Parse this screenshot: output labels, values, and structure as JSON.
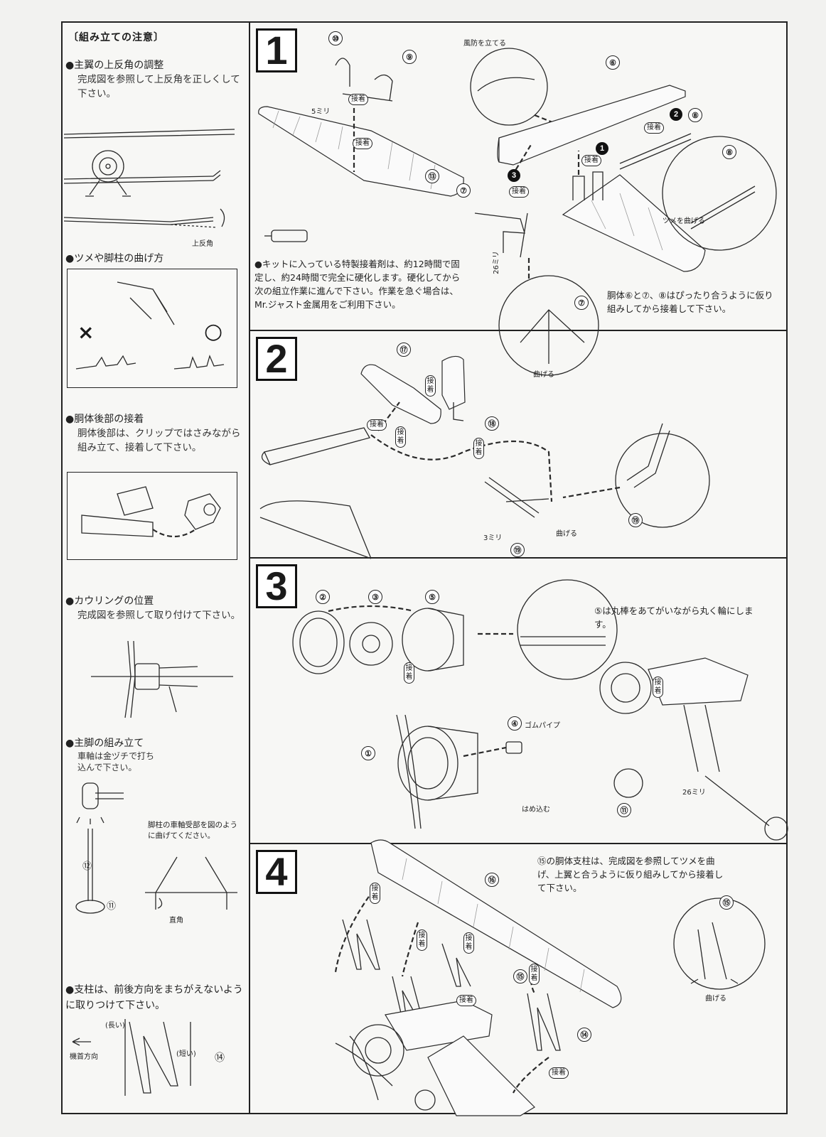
{
  "notes": {
    "title": "〔組み立ての注意〕",
    "dihedral": {
      "heading": "●主翼の上反角の調整",
      "body": "完成図を参照して上反角を正しくして下さい。",
      "label": "上反角"
    },
    "bending": {
      "heading": "●ツメや脚柱の曲げ方",
      "wrong_mark": "×",
      "right_mark": "○"
    },
    "rear_fuselage": {
      "heading": "●胴体後部の接着",
      "body": "胴体後部は、クリップではさみながら組み立て、接着して下さい。"
    },
    "cowling": {
      "heading": "●カウリングの位置",
      "body": "完成図を参照して取り付けて下さい。"
    },
    "main_gear": {
      "heading": "●主脚の組み立て",
      "body": "車軸は金ヅチで打ち込んで下さい。",
      "strut_note": "脚柱の車軸受部を図のように曲げてください。",
      "right_angle": "直角",
      "part_a": "⑫",
      "part_b": "⑪"
    },
    "struts": {
      "heading": "●支柱は、前後方向をまちがえないように取りつけて下さい。",
      "long": "(長い)",
      "short": "(短い)",
      "direction": "機首方向",
      "part": "⑭"
    }
  },
  "steps": {
    "s1": {
      "number": "1",
      "windshield": "風防を立てる",
      "mm5": "5ミリ",
      "mm26": "26ミリ",
      "glue": "接着",
      "bend_tab": "ツメを曲げる",
      "bend": "曲げる",
      "adhesive": "●キットに入っている特製接着剤は、約12時間で固定し、約24時間で完全に硬化します。硬化してから次の組立作業に進んで下さい。作業を急ぐ場合は、Mr.ジャスト金属用をご利用下さい。",
      "fit": "胴体⑥と⑦、⑧はぴったり合うように仮り組みしてから接着して下さい。",
      "n6": "⑥",
      "n7": "⑦",
      "n8": "⑧",
      "n9": "⑨",
      "n10": "⑩",
      "n13": "⑬",
      "b1": "1",
      "b2": "2",
      "b3": "3"
    },
    "s2": {
      "number": "2",
      "glue": "接着",
      "mm3": "3ミリ",
      "bend": "曲げる",
      "n17": "⑰",
      "n18": "⑱",
      "n19": "⑲"
    },
    "s3": {
      "number": "3",
      "ring_note": "⑤は丸棒をあてがいながら丸く輪にします。",
      "rubber": "ゴムパイプ",
      "press_fit": "はめ込む",
      "mm26": "26ミリ",
      "glue": "接着",
      "n1": "①",
      "n2": "②",
      "n3": "③",
      "n4": "④",
      "n5": "⑤",
      "n11": "⑪"
    },
    "s4": {
      "number": "4",
      "strut_note": "⑮の胴体支柱は、完成図を参照してツメを曲げ、上翼と合うように仮り組みしてから接着して下さい。",
      "bend": "曲げる",
      "glue": "接着",
      "n14": "⑭",
      "n15": "⑮",
      "n16": "⑯"
    }
  }
}
